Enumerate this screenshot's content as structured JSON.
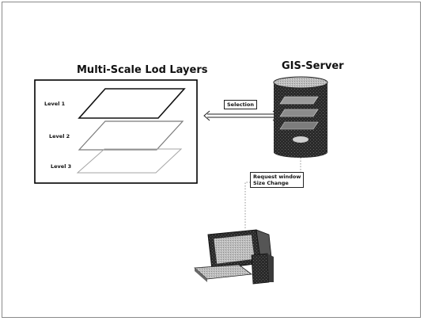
{
  "diagram": {
    "layers_title": "Multi-Scale Lod Layers",
    "server_title": "GIS-Server",
    "levels": [
      "Level 1",
      "Level 2",
      "Level 3"
    ],
    "selection_label": "Selection",
    "request_label_line1": "Request window",
    "request_label_line2": "Size Change"
  }
}
